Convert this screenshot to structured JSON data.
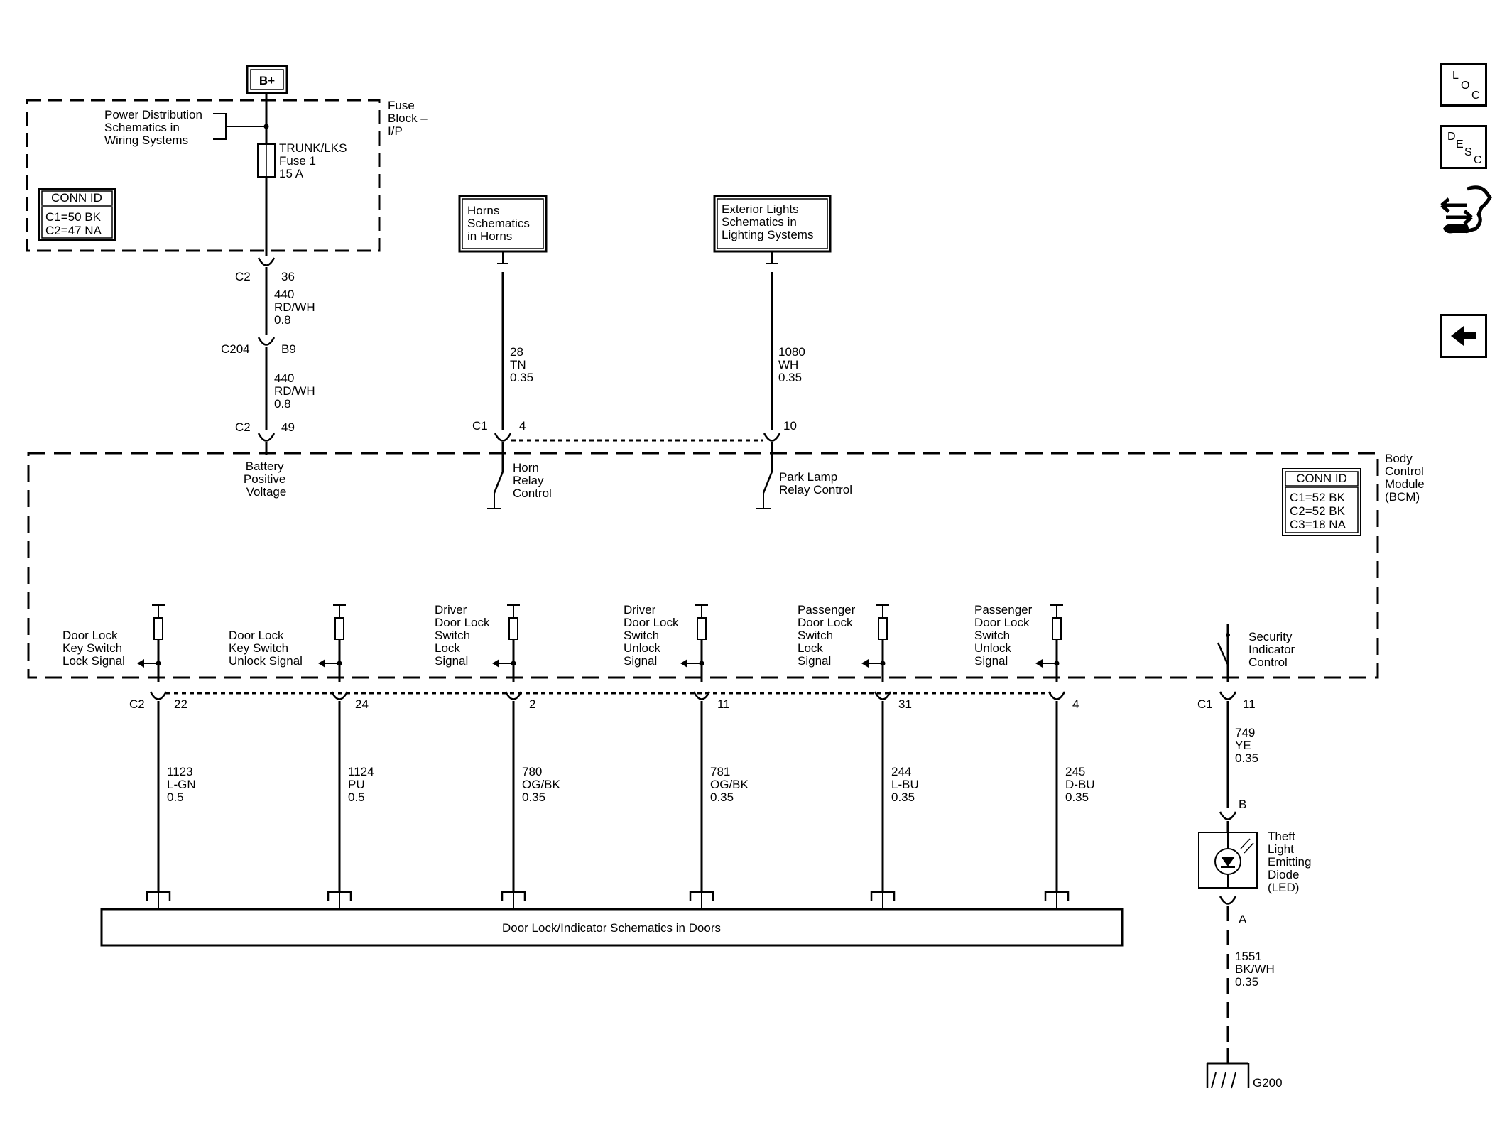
{
  "power_source": "B+",
  "fuse_block": {
    "name_lines": [
      "Fuse",
      "Block –",
      "I/P"
    ],
    "ref_lines": [
      "Power Distribution",
      "Schematics in",
      "Wiring Systems"
    ],
    "fuse_lines": [
      "TRUNK/LKS",
      "Fuse 1",
      "15 A"
    ],
    "conn_id": {
      "title": "CONN ID",
      "lines": [
        "C1=50 BK",
        "C2=47 NA"
      ]
    }
  },
  "feed_circuit": {
    "connector1": {
      "name": "C2",
      "pin": "36"
    },
    "wire1": [
      "440",
      "RD/WH",
      "0.8"
    ],
    "splice": {
      "name": "C204",
      "pin": "B9"
    },
    "wire2": [
      "440",
      "RD/WH",
      "0.8"
    ],
    "connector2": {
      "name": "C2",
      "pin": "49"
    }
  },
  "horns_ref": [
    "Horns",
    "Schematics",
    "in Horns"
  ],
  "exterior_ref": [
    "Exterior Lights",
    "Schematics in",
    "Lighting Systems"
  ],
  "horn_circuit": {
    "wire": [
      "28",
      "TN",
      "0.35"
    ],
    "connector": "C1",
    "pin": "4",
    "function": [
      "Horn",
      "Relay",
      "Control"
    ]
  },
  "park_circuit": {
    "wire": [
      "1080",
      "WH",
      "0.35"
    ],
    "pin": "10",
    "function": [
      "Park Lamp",
      "Relay Control"
    ]
  },
  "battery_label": [
    "Battery",
    "Positive",
    "Voltage"
  ],
  "bcm": {
    "name_lines": [
      "Body",
      "Control",
      "Module",
      "(BCM)"
    ],
    "conn_id": {
      "title": "CONN ID",
      "lines": [
        "C1=52 BK",
        "C2=52 BK",
        "C3=18 NA"
      ]
    }
  },
  "inputs_connector": "C2",
  "inputs": [
    {
      "label": [
        "Door Lock",
        "Key Switch",
        "Lock Signal"
      ],
      "pin": "22",
      "wire": [
        "1123",
        "L-GN",
        "0.5"
      ]
    },
    {
      "label": [
        "Door Lock",
        "Key Switch",
        "Unlock Signal"
      ],
      "pin": "24",
      "wire": [
        "1124",
        "PU",
        "0.5"
      ]
    },
    {
      "label": [
        "Driver",
        "Door Lock",
        "Switch",
        "Lock",
        "Signal"
      ],
      "pin": "2",
      "wire": [
        "780",
        "OG/BK",
        "0.35"
      ]
    },
    {
      "label": [
        "Driver",
        "Door Lock",
        "Switch",
        "Unlock",
        "Signal"
      ],
      "pin": "11",
      "wire": [
        "781",
        "OG/BK",
        "0.35"
      ]
    },
    {
      "label": [
        "Passenger",
        "Door Lock",
        "Switch",
        "Lock",
        "Signal"
      ],
      "pin": "31",
      "wire": [
        "244",
        "L-BU",
        "0.35"
      ]
    },
    {
      "label": [
        "Passenger",
        "Door Lock",
        "Switch",
        "Unlock",
        "Signal"
      ],
      "pin": "4",
      "wire": [
        "245",
        "D-BU",
        "0.35"
      ]
    }
  ],
  "security": {
    "label": [
      "Security",
      "Indicator",
      "Control"
    ],
    "connector": "C1",
    "pin": "11",
    "wire": [
      "749",
      "YE",
      "0.35"
    ],
    "led_pin_top": "B",
    "led_label": [
      "Theft",
      "Light",
      "Emitting",
      "Diode",
      "(LED)"
    ],
    "led_pin_bottom": "A",
    "ground_wire": [
      "1551",
      "BK/WH",
      "0.35"
    ],
    "ground": "G200"
  },
  "doors_ref": "Door Lock/Indicator Schematics in Doors",
  "nav": {
    "loc": [
      "L",
      "O",
      "C"
    ],
    "desc": [
      "D",
      "E",
      "S",
      "C"
    ]
  }
}
